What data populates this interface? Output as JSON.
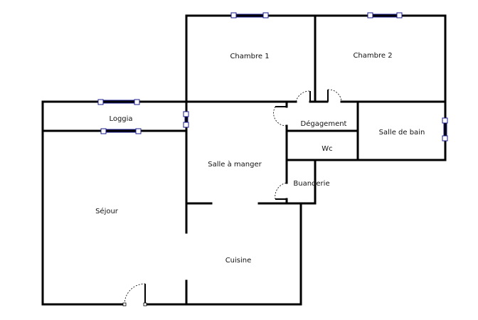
{
  "rooms": {
    "chambre1": "Chambre 1",
    "chambre2": "Chambre 2",
    "loggia": "Loggia",
    "degagement": "Dégagement",
    "salle_de_bain": "Salle de bain",
    "wc": "Wc",
    "salle_a_manger": "Salle à manger",
    "buanderie": "Buanderie",
    "sejour": "Séjour",
    "cuisine": "Cuisine"
  },
  "colors": {
    "walls": "#000000",
    "windows": "#1a1a8c",
    "background": "#ffffff"
  }
}
